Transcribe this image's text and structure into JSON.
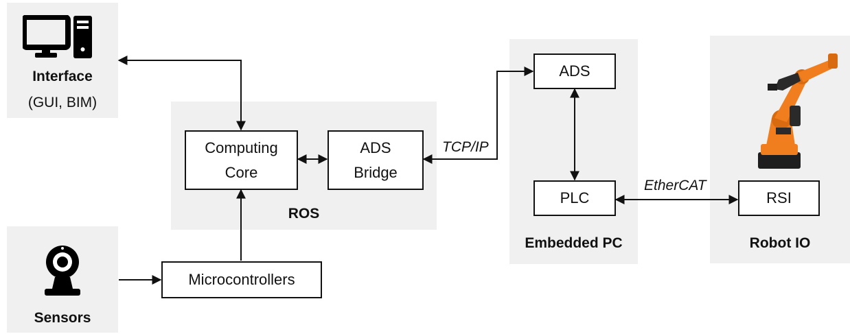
{
  "interface": {
    "title": "Interface",
    "subtitle": "(GUI, BIM)",
    "icon": "computer-icon"
  },
  "sensors": {
    "title": "Sensors",
    "icon": "webcam-icon"
  },
  "ros": {
    "label": "ROS",
    "computing_core": {
      "line1": "Computing",
      "line2": "Core"
    },
    "ads_bridge": {
      "line1": "ADS",
      "line2": "Bridge"
    }
  },
  "microcontrollers": {
    "label": "Microcontrollers"
  },
  "connection_tcp": "TCP/IP",
  "embedded_pc": {
    "label": "Embedded PC",
    "ads": "ADS",
    "plc": "PLC"
  },
  "connection_ethercat": "EtherCAT",
  "robot_io": {
    "label": "Robot IO",
    "rsi": "RSI",
    "icon": "industrial-robot-arm-icon"
  },
  "colors": {
    "group_bg": "#f0f0f0",
    "line": "#111111",
    "robot": "#f07d1e"
  }
}
